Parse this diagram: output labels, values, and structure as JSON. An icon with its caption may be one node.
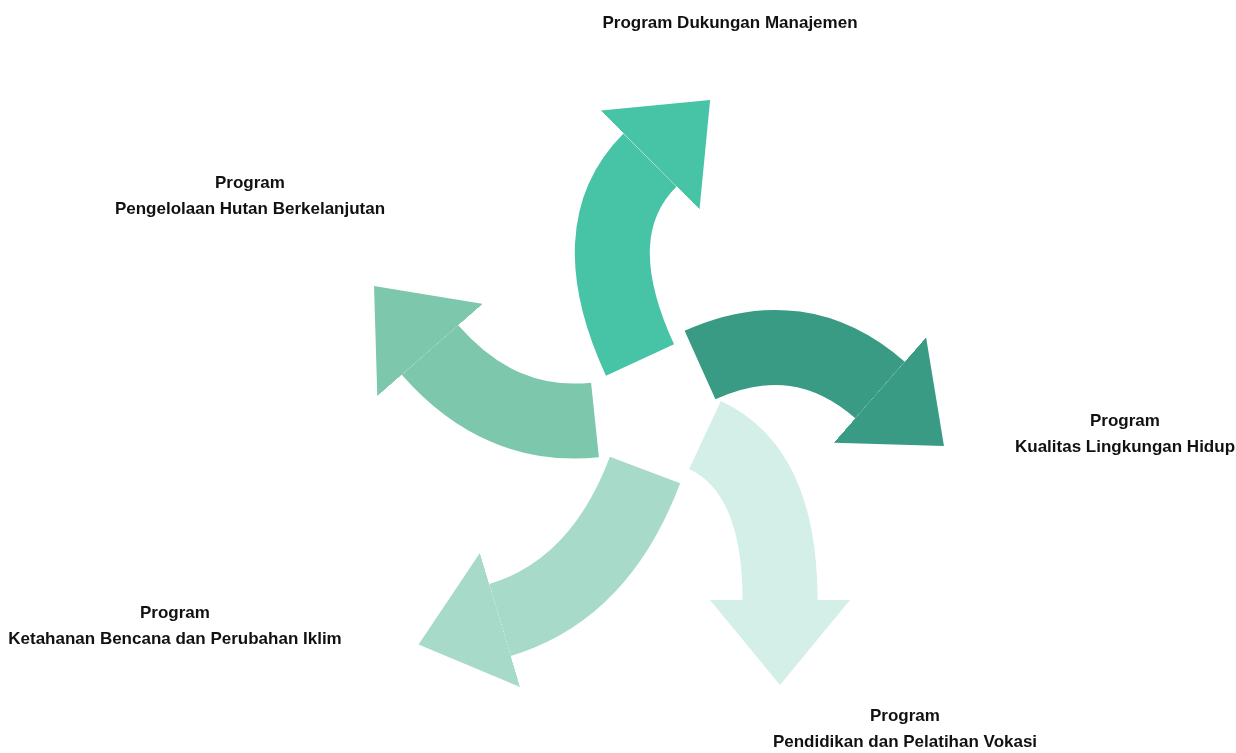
{
  "diagram": {
    "nodes": [
      {
        "text": [
          "Program Dukungan Manajemen"
        ]
      },
      {
        "text": [
          "Program",
          "Kualitas Lingkungan Hidup"
        ]
      },
      {
        "text": [
          "Program",
          "Pendidikan dan Pelatihan Vokasi"
        ]
      },
      {
        "text": [
          "Program",
          "Ketahanan Bencana dan Perubahan Iklim"
        ]
      },
      {
        "text": [
          "Program",
          "Pengelolaan Hutan Berkelanjutan"
        ]
      }
    ],
    "edges": [
      {
        "from": null,
        "to": 0,
        "arrow": "to",
        "color": "#47c3a6"
      },
      {
        "from": null,
        "to": 1,
        "arrow": "to",
        "color": "#3a9b84"
      },
      {
        "from": null,
        "to": 2,
        "arrow": "to",
        "color": "#d4eee8"
      },
      {
        "from": null,
        "to": 3,
        "arrow": "to",
        "color": "#a7dac8"
      },
      {
        "from": null,
        "to": 4,
        "arrow": "to",
        "color": "#7dc8ac"
      }
    ]
  }
}
